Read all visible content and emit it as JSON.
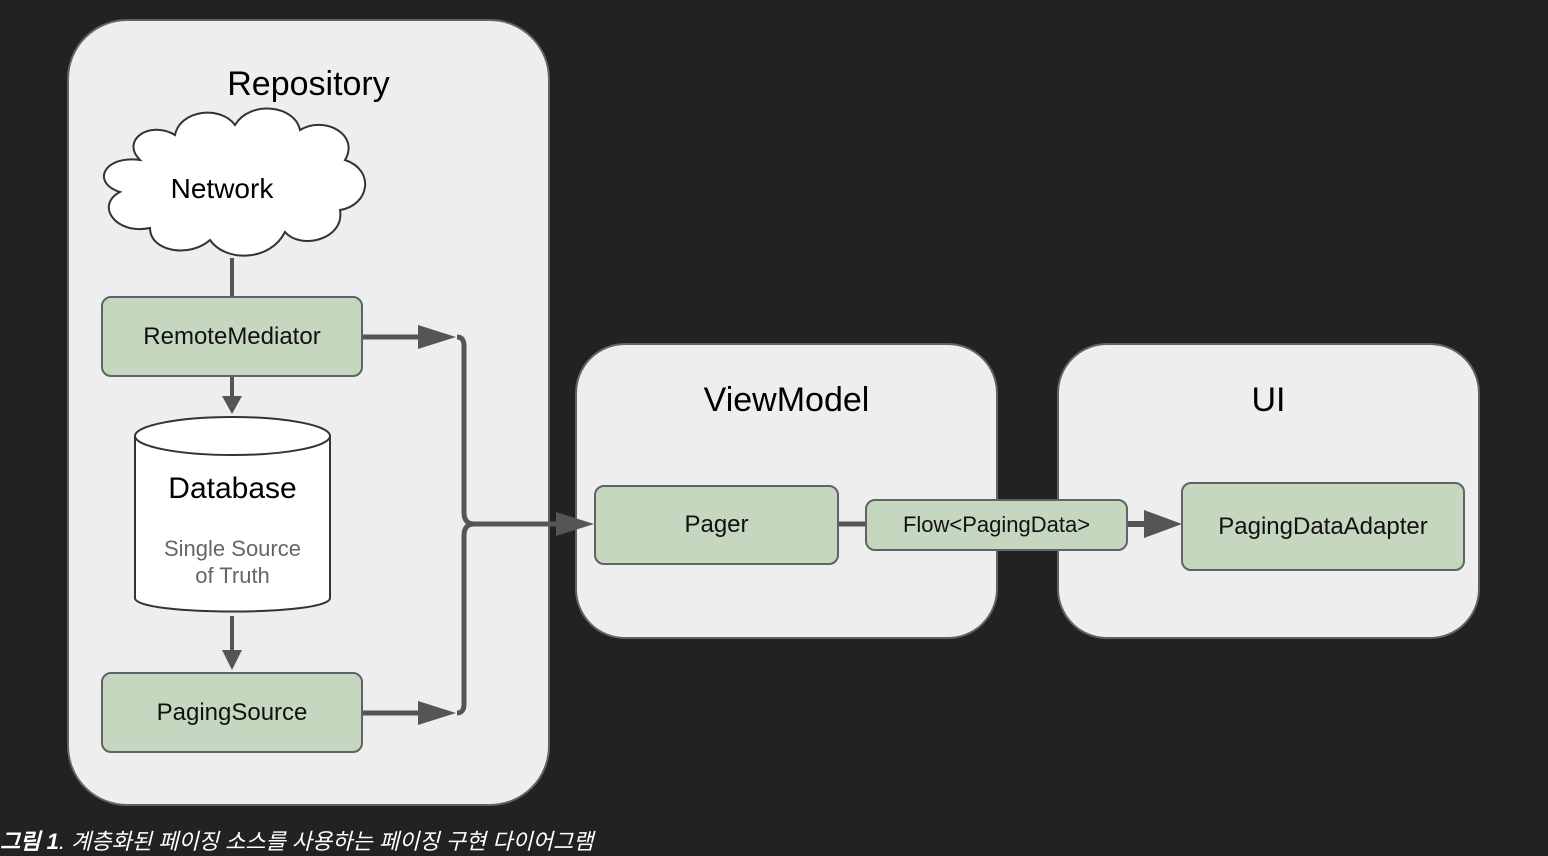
{
  "colors": {
    "background": "#222222",
    "panel_fill": "#eeeeee",
    "panel_border": "#5f6368",
    "node_fill": "#c5d7be",
    "node_border": "#5f6368",
    "arrow": "#555555"
  },
  "panels": {
    "repository": {
      "title": "Repository"
    },
    "viewmodel": {
      "title": "ViewModel"
    },
    "ui": {
      "title": "UI"
    }
  },
  "nodes": {
    "network": {
      "label": "Network",
      "icon": "cloud-icon"
    },
    "remote_mediator": {
      "label": "RemoteMediator"
    },
    "database": {
      "label": "Database",
      "sublabel_line1": "Single Source",
      "sublabel_line2": "of Truth",
      "icon": "database-cylinder-icon"
    },
    "paging_source": {
      "label": "PagingSource"
    },
    "pager": {
      "label": "Pager"
    },
    "flow": {
      "label": "Flow<PagingData>"
    },
    "paging_data_adapter": {
      "label": "PagingDataAdapter"
    }
  },
  "caption": {
    "prefix": "그림 1",
    "text": ". 계층화된 페이징 소스를 사용하는 페이징 구현 다이어그램"
  }
}
